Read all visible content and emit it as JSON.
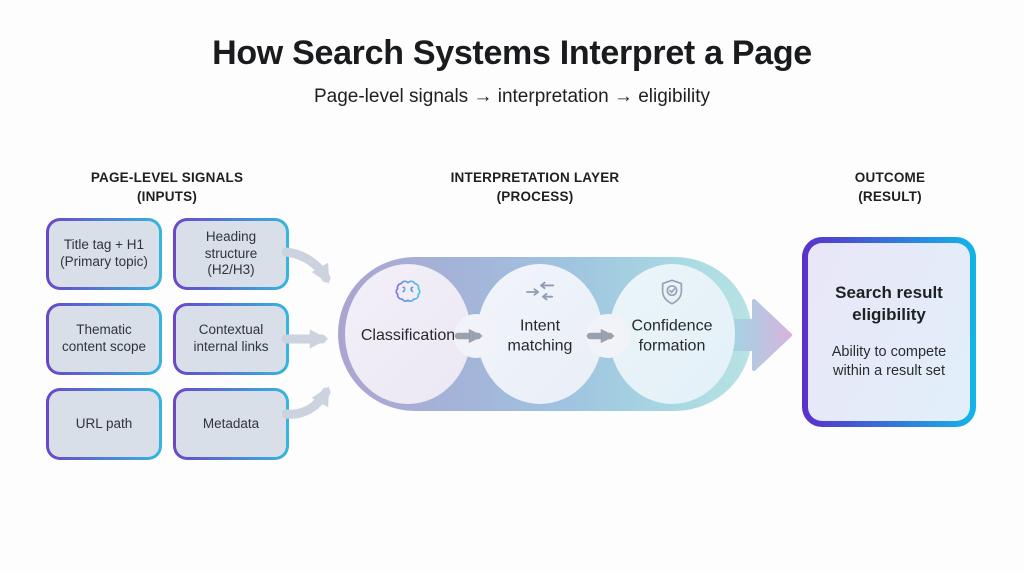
{
  "header": {
    "title": "How Search Systems Interpret a Page",
    "subtitle": "Page-level signals → interpretation → eligibility"
  },
  "sections": {
    "inputs": {
      "label": "PAGE-LEVEL SIGNALS",
      "sublabel": "(INPUTS)"
    },
    "process": {
      "label": "INTERPRETATION LAYER",
      "sublabel": "(PROCESS)"
    },
    "outcome": {
      "label": "OUTCOME",
      "sublabel": "(RESULT)"
    }
  },
  "signals": [
    {
      "label": "Title tag + H1\n(Primary topic)"
    },
    {
      "label": "Heading\nstructure\n(H2/H3)"
    },
    {
      "label": "Thematic\ncontent scope"
    },
    {
      "label": "Contextual\ninternal links"
    },
    {
      "label": "URL path"
    },
    {
      "label": "Metadata"
    }
  ],
  "process_steps": [
    {
      "icon": "brain-icon",
      "label": "Classification"
    },
    {
      "icon": "merge-arrows-icon",
      "label": "Intent\nmatching"
    },
    {
      "icon": "shield-check-icon",
      "label": "Confidence\nformation"
    }
  ],
  "outcome_card": {
    "heading": "Search result\neligibility",
    "description": "Ability to compete\nwithin a result set"
  },
  "colors": {
    "signal_border_start": "#6a46c8",
    "signal_border_end": "#36b6de",
    "signal_fill": "#d8dfe9",
    "pill_start": "#aba4d1",
    "pill_mid": "#9fc3e0",
    "pill_end": "#b9e3e4",
    "input_arrow": "#ccd2de",
    "step_arrow": "#99a1ad",
    "flow_arrow_start": "#9ed7e4",
    "flow_arrow_end": "#d6b4dd",
    "outcome_border_start": "#5b30c9",
    "outcome_border_end": "#11b5ea"
  }
}
